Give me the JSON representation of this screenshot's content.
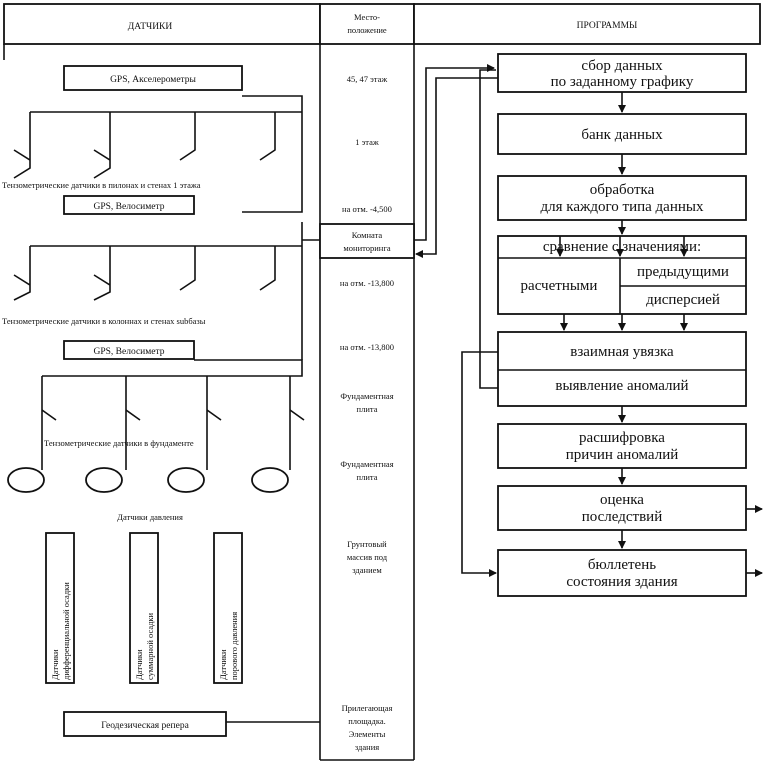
{
  "headers": {
    "sensors": "ДАТЧИКИ",
    "location_line1": "Место-",
    "location_line2": "положение",
    "programs": "ПРОГРАММЫ"
  },
  "sensors": {
    "gps_accel": "GPS, Акселерометры",
    "tenso_floors": "Тензометрические датчики в пилонах и стенах 1 этажа",
    "gps_velo_1": "GPS, Велосиметр",
    "tenso_basement": "Тензометрические датчики в колоннах и стенах subбазы",
    "gps_velo_2": "GPS, Велосиметр",
    "tenso_foundation": "Тензометрические датчики в фундаменте",
    "pressure": "Датчики давления",
    "diff_settle": [
      "Датчики",
      "дифференциальной осадки"
    ],
    "total_settle": [
      "Датчики",
      "суммарной осадки"
    ],
    "pore_pressure": [
      "Датчики",
      "порового давления"
    ],
    "geodetic": "Геодезическая реперa"
  },
  "locations": {
    "l1": "45, 47 этаж",
    "l2": "1 этаж",
    "l3": "на отм. -4,500",
    "room_line1": "Комната",
    "room_line2": "мониторинга",
    "l5": "на отм. -13,800",
    "l6": "на отм. -13,800",
    "l7_line1": "Фундаментная",
    "l7_line2": "плита",
    "l8_line1": "Фундаментная",
    "l8_line2": "плита",
    "l9_line1": "Грунтовый",
    "l9_line2": "массив под",
    "l9_line3": "зданием",
    "l10_line1": "Прилегающая",
    "l10_line2": "площадка.",
    "l10_line3": "Элементы",
    "l10_line4": "здания"
  },
  "programs": {
    "collect_1": "сбор данных",
    "collect_2": "по заданному графику",
    "bank": "банк данных",
    "process_1": "обработка",
    "process_2": "для каждого типа данных",
    "compare": "сравнение с значениями:",
    "calculated": "расчетными",
    "previous": "предыдущими",
    "dispersion": "дисперсией",
    "link": "взаимная увязка",
    "anomalies": "выявление аномалий",
    "decode_1": "расшифровка",
    "decode_2": "причин аномалий",
    "assess_1": "оценка",
    "assess_2": "последствий",
    "bulletin_1": "бюллетень",
    "bulletin_2": "состояния здания"
  }
}
